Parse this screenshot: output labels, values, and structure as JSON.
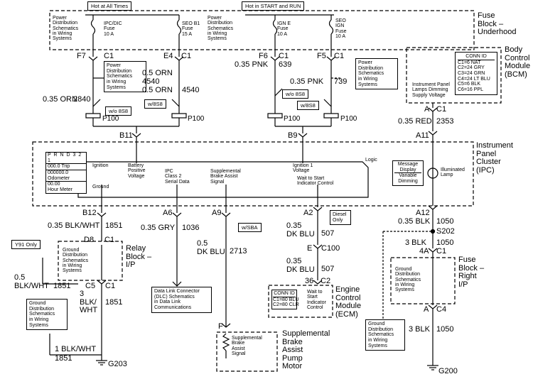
{
  "top": {
    "hot_all_times": "Hot at All Times",
    "hot_start_run": "Hot in START and RUN",
    "fuse_block_underhood": "Fuse\nBlock –\nUnderhood",
    "power_dist_a": "Power\nDistribution\nSchematics\nin Wiring\nSystems",
    "power_dist_b": "Power\nDistribution\nSchematics\nin Wiring\nSystems",
    "fuse_ipc": "IPC/DIC\nFuse\n10 A",
    "fuse_seo_b1": "SEO B1\nFuse\n15 A",
    "fuse_ign_e": "IGN E\nFuse\n10 A",
    "fuse_seo_ign": "SEO\nIGN\nFuse\n10 A"
  },
  "connectors": {
    "f7": "F7",
    "c1a": "C1",
    "e4": "E4",
    "c1b": "C1",
    "f6": "F6",
    "c1c": "C1",
    "f5": "F5",
    "c1d": "C1",
    "p100a": "P100",
    "p100b": "P100",
    "p100c": "P100",
    "p100d": "P100",
    "b11": "B11",
    "b9": "B9",
    "a11": "A11",
    "a_c1": "A",
    "c1_bcm": "C1"
  },
  "wires": {
    "orn_05": "0.5 ORN",
    "orn_05_num": "4540",
    "orn_05b": "0.5 ORN",
    "orn_05b_num": "4540",
    "orn_035": "0.35 ORN",
    "orn_035_num": "2840",
    "pnk_a": "0.35 PNK",
    "pnk_a_num": "639",
    "pnk_b": "0.35 PNK",
    "pnk_b_num": "739",
    "red": "0.35 RED",
    "red_num": "2353",
    "power_dist_c": "Power\nDistribution\nSchematics\nin Wiring\nSystems",
    "power_dist_d": "Power\nDistribution\nSchematics\nin Wiring\nSystems",
    "wo_8s8_a": "w/o 8S8",
    "w_8s8_a": "w/8S8",
    "wo_8s8_b": "w/o 8S8",
    "w_8s8_b": "w/8S8"
  },
  "bcm": {
    "title": "Body\nControl\nModule\n(BCM)",
    "conn_id": "CONN ID",
    "conn_list": "C1=6 NAT\nC2=24 GRY\nC3=24 GRN\nC4=24 LT BLU\nC5=6 BLK\nC6=16 PPL",
    "dimming": "Instrument Panel\nLamps Dimming\nSupply Voltage"
  },
  "ipc": {
    "title": "Instrument\nPanel\nCluster\n(IPC)",
    "display": [
      "P R N D 3 2 1",
      "000.0 Trip",
      "000000.0",
      "Odometer",
      "00.00",
      "Hour Meter"
    ],
    "ignition": "Ignition",
    "ground": "Ground",
    "battery": "Battery\nPositive\nVoltage",
    "class2": "IPC\nClass 2\nSerial Data",
    "brake_assist": "Supplemental\nBrake Assist\nSignal",
    "ign1": "Ignition 1\nVoltage",
    "wait_start": "Wait to Start\nIndicator Control",
    "logic": "Logic",
    "message": "Message\nDisplay",
    "variable": "Variable\nDimming",
    "illum": "Illuminated\nLamp"
  },
  "lower": {
    "b12": "B12",
    "a6": "A6",
    "a9": "A9",
    "a2": "A2",
    "a12": "A12",
    "blk_wht": "0.35 BLK/WHT",
    "blk_wht_num": "1851",
    "gry": "0.35 GRY",
    "gry_num": "1036",
    "dkblu_05": "0.5\nDK BLU",
    "dkblu_05_num": "2713",
    "w_sba": "w/SBA",
    "diesel": "Diesel\nOnly",
    "dkblu_035a": "0.35\nDK BLU",
    "dkblu_035a_num": "507",
    "e": "E",
    "c100": "C100",
    "dkblu_035b": "0.35\nDK BLU",
    "dkblu_035b_num": "507",
    "n36": "36",
    "c2": "C2",
    "blk_035": "0.35 BLK",
    "blk_035_num": "1050",
    "s202": "S202",
    "blk_3": "3 BLK",
    "blk_3_num": "1050",
    "n4a": "4A",
    "c1_r": "C1",
    "fuse_right": "Fuse\nBlock –\nRight\nI/P",
    "ground_dist_right": "Ground\nDistribution\nSchematics\nin Wiring\nSystems",
    "a_c4": "A",
    "c4": "C4",
    "blk_3b": "3 BLK",
    "blk_3b_num": "1050",
    "ground_dist_br": "Ground\nDistribution\nSchematics\nin Wiring\nSystems",
    "g200": "G200",
    "y91": "Y91 Only",
    "d8": "D8",
    "c1_relay": "C1",
    "relay_block": "Relay\nBlock –\nI/P",
    "ground_dist_relay": "Ground\nDistribution\nSchematics\nin Wiring\nSystems",
    "c5": "C5",
    "c1_c5": "C1",
    "blk_wht_05": "0.5\nBLK/WHT",
    "blk_wht_05_num": "1851",
    "blk_wht_3": "3\nBLK/\nWHT",
    "blk_wht_3_num": "1851",
    "ground_dist_left": "Ground\nDistribution\nSchematics\nin Wiring\nSystems",
    "blk_wht_1": "1 BLK/WHT",
    "blk_wht_1_num": "1851",
    "g203": "G203",
    "dlc": "Data Link Connector\n(DLC) Schematics\nin Data Link\nCommunications",
    "f": "F",
    "sbap_inner": "Supplemental\nBrake\nAssist\nSignal",
    "sbap_title": "Supplemental\nBrake\nAssist\nPump\nMotor",
    "ecm_conn_id": "CONN ID",
    "ecm_conn_list": "C1=80 BLU\nC2=80 CLR",
    "ecm_wait": "Wait to\nStart\nIndicator\nControl",
    "ecm_title": "Engine\nControl\nModule\n(ECM)"
  }
}
